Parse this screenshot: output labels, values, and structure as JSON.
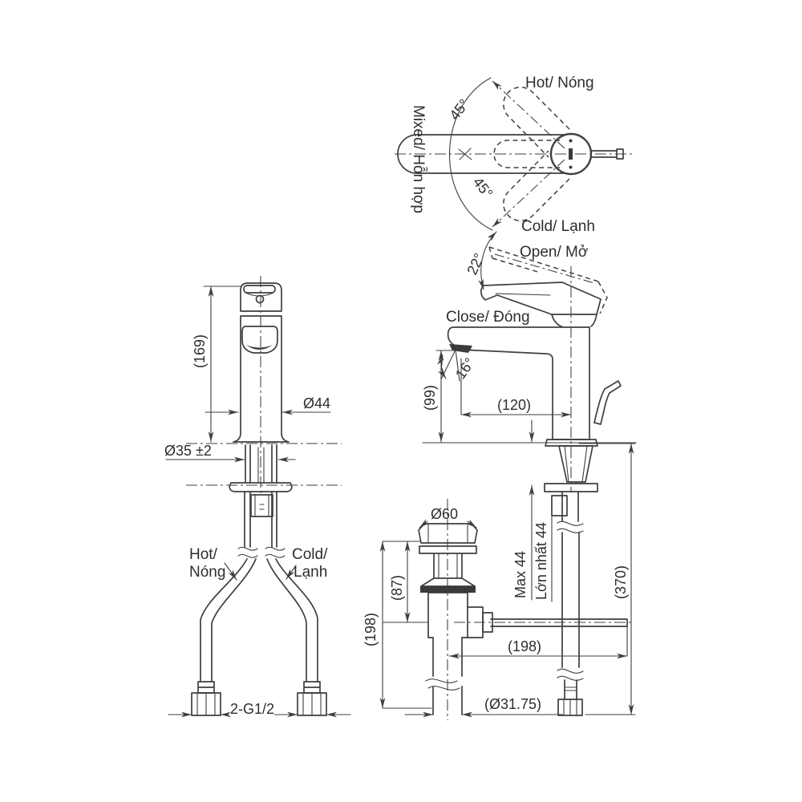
{
  "colors": {
    "line": "#3f3f3f",
    "text": "#2e2e2e",
    "dark_fill": "#3a3a3a",
    "background": "#ffffff"
  },
  "top_view": {
    "hot_label": "Hot/ Nóng",
    "mixed_label": "Mixed/ Hỗn hợp",
    "cold_label": "Cold/ Lạnh",
    "hot_angle": "45°",
    "cold_angle": "45°"
  },
  "operation": {
    "open_label": "Open/ Mở",
    "close_label": "Close/ Đóng",
    "open_angle": "22°"
  },
  "side_view": {
    "stream_angle": "16°",
    "spout_height": "(99)",
    "spout_reach": "(120)",
    "max_deck_en": "Max 44",
    "max_deck_vi": "Lớn nhất 44",
    "supply_hose_length": "(370)",
    "rod_length": "(198)"
  },
  "front_view": {
    "total_height": "(169)",
    "body_diameter": "Ø44",
    "mount_hole_diameter": "Ø35 ±2",
    "hot_label_line1": "Hot/",
    "hot_label_line2": "Nóng",
    "cold_label_line1": "Cold/",
    "cold_label_line2": "Lạnh",
    "connection_thread": "2-G1/2"
  },
  "drain": {
    "flange_diameter": "Ø60",
    "body_depth": "(87)",
    "tail_length": "(198)",
    "pipe_diameter": "(Ø31.75)"
  }
}
